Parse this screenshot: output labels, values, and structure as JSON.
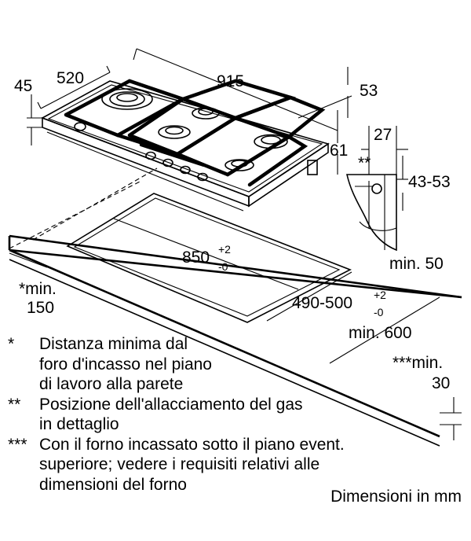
{
  "dimensions": {
    "width_hob": "520",
    "length_hob": "915",
    "front_height": "45",
    "back_height": "53",
    "depth_body": "61",
    "gas_offset": "27",
    "gas_height": "43-53",
    "cutout_length": "850",
    "cutout_length_tol_plus": "+2",
    "cutout_length_tol_minus": "-0",
    "cutout_depth": "490-500",
    "cutout_depth_tol_plus": "+2",
    "cutout_depth_tol_minus": "-0",
    "min_50": "min. 50",
    "min_600": "min. 600",
    "min_150_line1": "*min.",
    "min_150_line2": "150",
    "min_30_line1": "***min.",
    "min_30_line2": "30",
    "gas_marker": "**"
  },
  "legend": [
    {
      "mark": "*",
      "lines": [
        "Distanza minima dal",
        "foro d'incasso nel piano",
        "di lavoro alla parete"
      ]
    },
    {
      "mark": "**",
      "lines": [
        "Posizione dell'allacciamento del gas",
        "in dettaglio"
      ]
    },
    {
      "mark": "***",
      "lines": [
        "Con il forno incassato sotto il piano event.",
        "superiore; vedere i requisiti relativi alle",
        "dimensioni del forno"
      ]
    }
  ],
  "units_note": "Dimensioni in mm"
}
